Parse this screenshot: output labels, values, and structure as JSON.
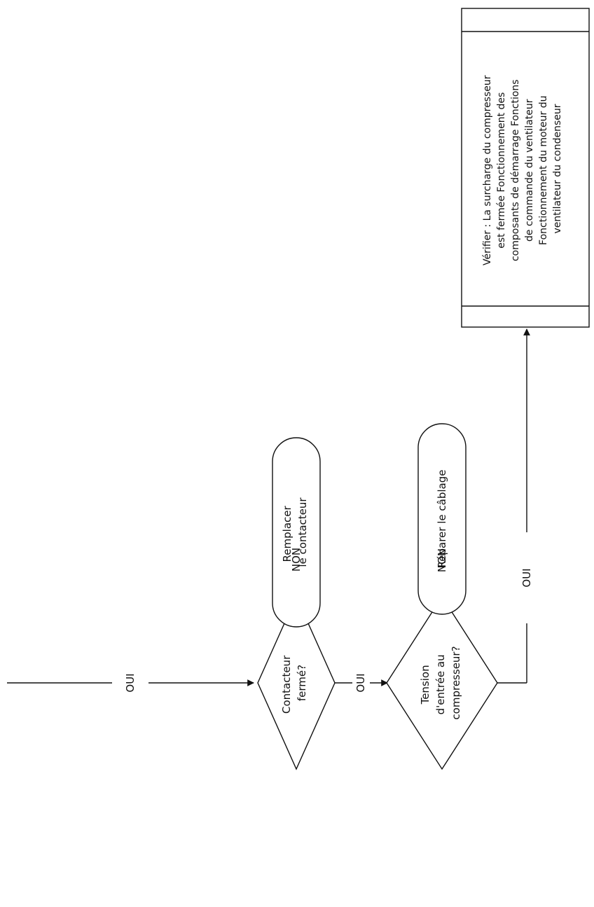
{
  "decisions": {
    "contactor": {
      "line1": "Contacteur",
      "line2": "fermé?"
    },
    "voltage": {
      "line1": "Tension",
      "line2": "d'entrée au",
      "line3": "compresseur?"
    }
  },
  "terminals": {
    "replace_contactor": {
      "line1": "Remplacer",
      "line2": "le contacteur"
    },
    "repair_wiring": {
      "line1": "Réparer le câblage"
    }
  },
  "process_box": {
    "line1": "Vérifier : La surcharge du compresseur",
    "line2": "est fermée Fonctionnement des",
    "line3": "composants de démarrage Fonctions",
    "line4": "de commande du ventilateur",
    "line5": "Fonctionnement du moteur du",
    "line6": "ventilateur du condenseur"
  },
  "edge_labels": {
    "yes_entry": "OUI",
    "yes_contactor": "OUI",
    "no_contactor": "NON",
    "no_voltage": "NON",
    "yes_voltage": "OUI"
  }
}
